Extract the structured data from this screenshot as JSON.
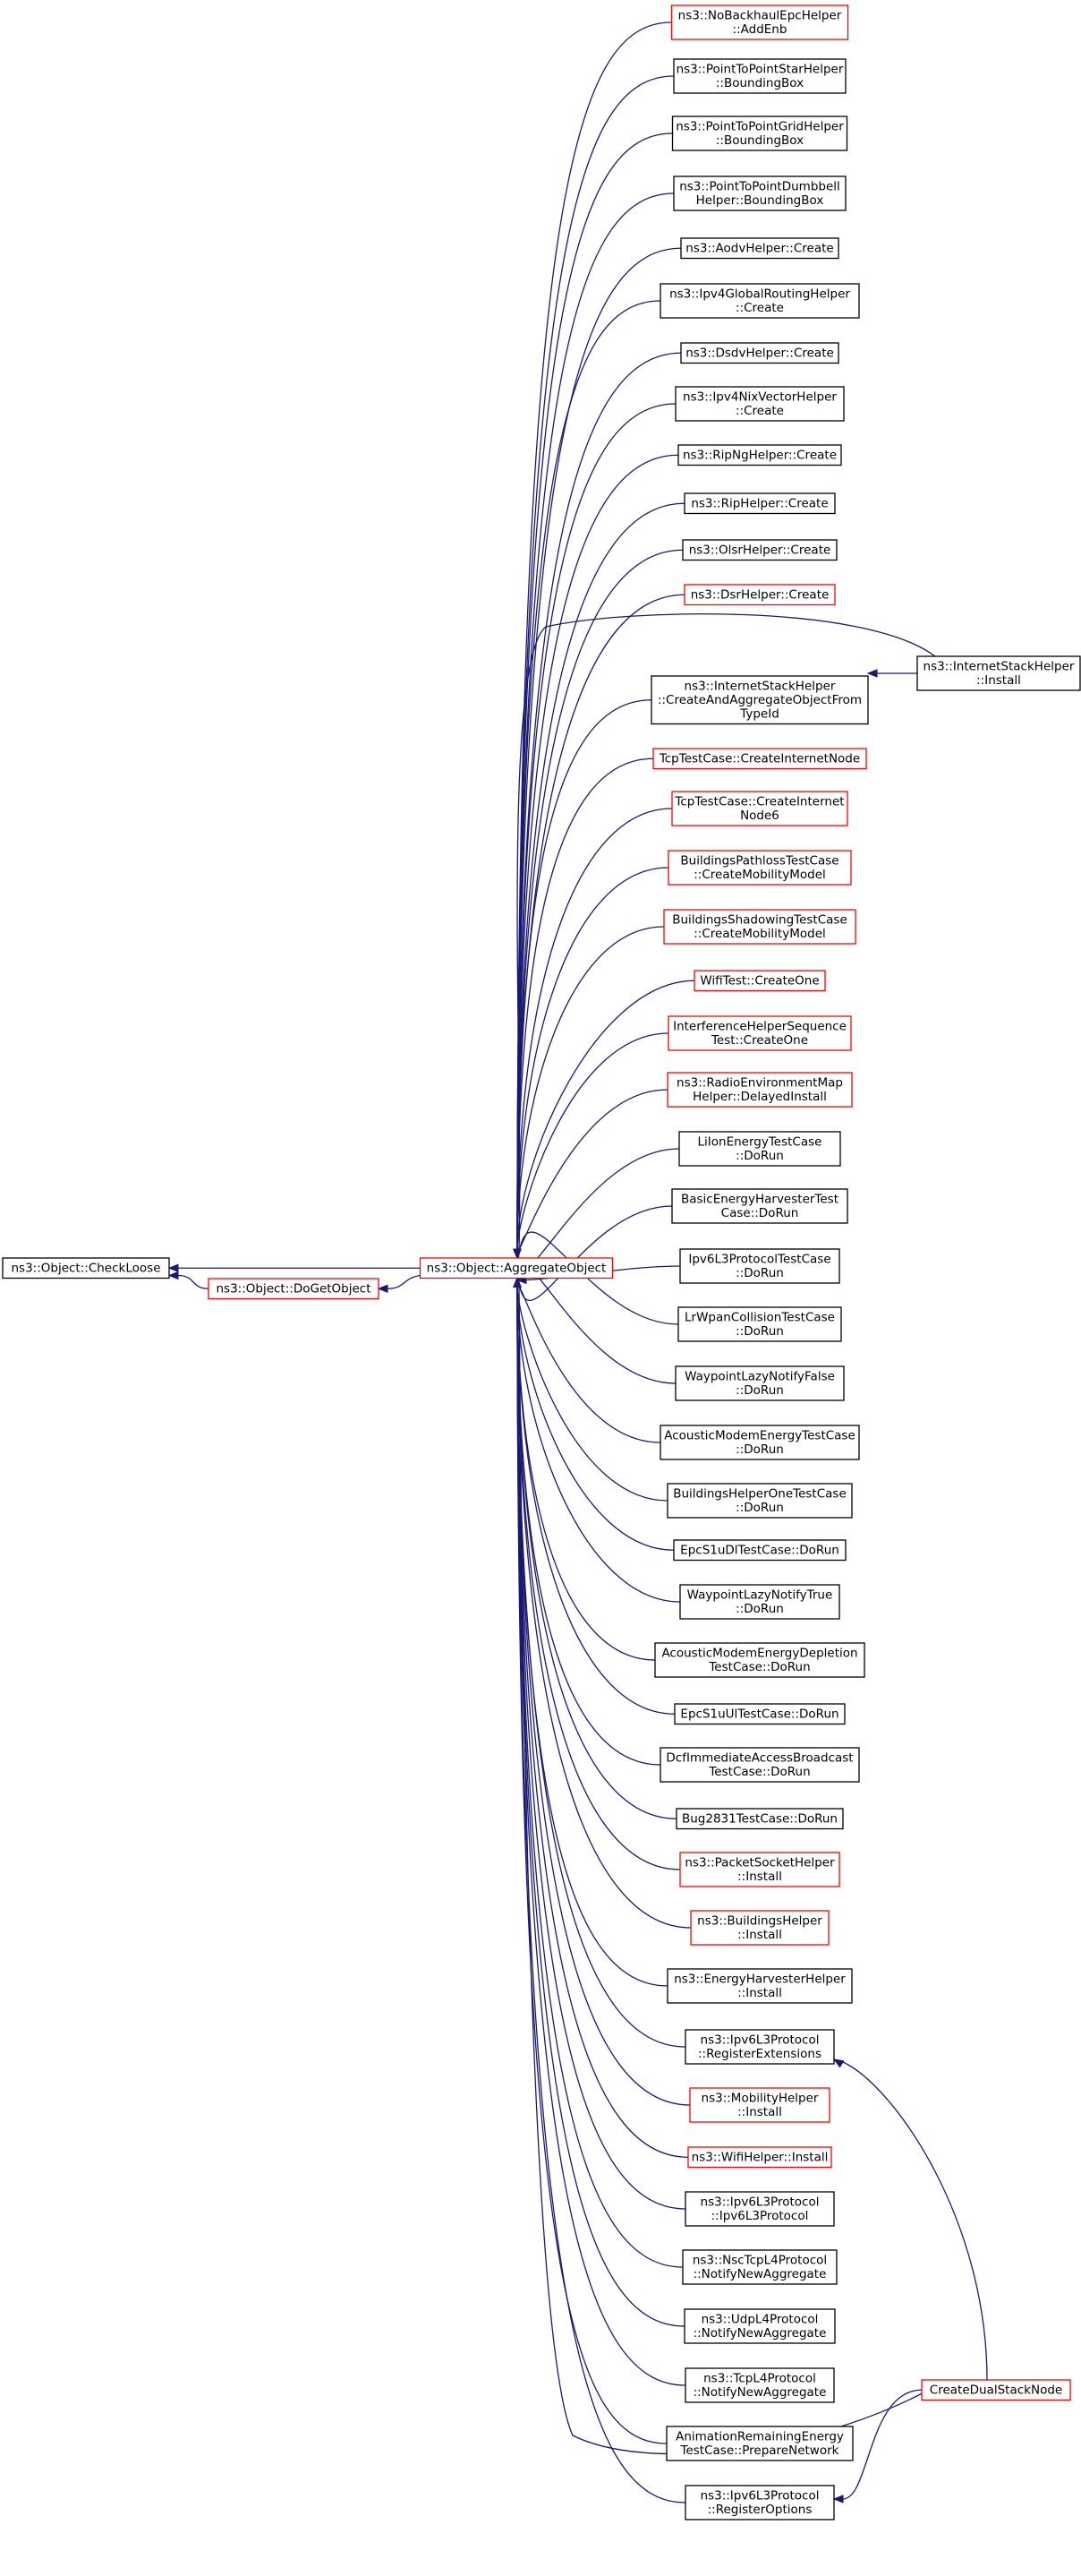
{
  "title": "Call graph of ns3::Object::CheckLoose",
  "colors": {
    "edge": "#191970",
    "border_normal": "#000000",
    "border_truncated": "#ff0000",
    "root_fill": "#bfbfbf",
    "node_fill": "#ffffff"
  },
  "nodes": {
    "checkloose": {
      "lines": [
        "ns3::Object::CheckLoose"
      ],
      "type": "root"
    },
    "dogetobject": {
      "lines": [
        "ns3::Object::DoGetObject"
      ],
      "type": "truncated"
    },
    "aggregate": {
      "lines": [
        "ns3::Object::AggregateObject"
      ],
      "type": "truncated"
    },
    "c01": {
      "lines": [
        "ns3::NoBackhaulEpcHelper",
        "::AddEnb"
      ],
      "type": "truncated"
    },
    "c02": {
      "lines": [
        "ns3::PointToPointStarHelper",
        "::BoundingBox"
      ],
      "type": "normal"
    },
    "c03": {
      "lines": [
        "ns3::PointToPointGridHelper",
        "::BoundingBox"
      ],
      "type": "normal"
    },
    "c04": {
      "lines": [
        "ns3::PointToPointDumbbell",
        "Helper::BoundingBox"
      ],
      "type": "normal"
    },
    "c05": {
      "lines": [
        "ns3::AodvHelper::Create"
      ],
      "type": "normal"
    },
    "c06": {
      "lines": [
        "ns3::Ipv4GlobalRoutingHelper",
        "::Create"
      ],
      "type": "normal"
    },
    "c07": {
      "lines": [
        "ns3::DsdvHelper::Create"
      ],
      "type": "normal"
    },
    "c08": {
      "lines": [
        "ns3::Ipv4NixVectorHelper",
        "::Create"
      ],
      "type": "normal"
    },
    "c09": {
      "lines": [
        "ns3::RipNgHelper::Create"
      ],
      "type": "normal"
    },
    "c10": {
      "lines": [
        "ns3::RipHelper::Create"
      ],
      "type": "normal"
    },
    "c11": {
      "lines": [
        "ns3::OlsrHelper::Create"
      ],
      "type": "normal"
    },
    "c12": {
      "lines": [
        "ns3::DsrHelper::Create"
      ],
      "type": "truncated"
    },
    "c13": {
      "lines": [
        "ns3::InternetStackHelper",
        "::CreateAndAggregateObjectFrom",
        "TypeId"
      ],
      "type": "normal"
    },
    "c14": {
      "lines": [
        "TcpTestCase::CreateInternetNode"
      ],
      "type": "truncated"
    },
    "c15": {
      "lines": [
        "TcpTestCase::CreateInternet",
        "Node6"
      ],
      "type": "truncated"
    },
    "c16": {
      "lines": [
        "BuildingsPathlossTestCase",
        "::CreateMobilityModel"
      ],
      "type": "truncated"
    },
    "c17": {
      "lines": [
        "BuildingsShadowingTestCase",
        "::CreateMobilityModel"
      ],
      "type": "truncated"
    },
    "c18": {
      "lines": [
        "WifiTest::CreateOne"
      ],
      "type": "truncated"
    },
    "c19": {
      "lines": [
        "InterferenceHelperSequence",
        "Test::CreateOne"
      ],
      "type": "truncated"
    },
    "c20": {
      "lines": [
        "ns3::RadioEnvironmentMap",
        "Helper::DelayedInstall"
      ],
      "type": "truncated"
    },
    "c21": {
      "lines": [
        "LiIonEnergyTestCase",
        "::DoRun"
      ],
      "type": "normal"
    },
    "c22": {
      "lines": [
        "BasicEnergyHarvesterTest",
        "Case::DoRun"
      ],
      "type": "normal"
    },
    "c23": {
      "lines": [
        "Ipv6L3ProtocolTestCase",
        "::DoRun"
      ],
      "type": "normal"
    },
    "c24": {
      "lines": [
        "LrWpanCollisionTestCase",
        "::DoRun"
      ],
      "type": "normal"
    },
    "c25": {
      "lines": [
        "WaypointLazyNotifyFalse",
        "::DoRun"
      ],
      "type": "normal"
    },
    "c26": {
      "lines": [
        "AcousticModemEnergyTestCase",
        "::DoRun"
      ],
      "type": "normal"
    },
    "c27": {
      "lines": [
        "BuildingsHelperOneTestCase",
        "::DoRun"
      ],
      "type": "normal"
    },
    "c28": {
      "lines": [
        "EpcS1uDlTestCase::DoRun"
      ],
      "type": "normal"
    },
    "c29": {
      "lines": [
        "WaypointLazyNotifyTrue",
        "::DoRun"
      ],
      "type": "normal"
    },
    "c30": {
      "lines": [
        "AcousticModemEnergyDepletion",
        "TestCase::DoRun"
      ],
      "type": "normal"
    },
    "c31": {
      "lines": [
        "EpcS1uUlTestCase::DoRun"
      ],
      "type": "normal"
    },
    "c32": {
      "lines": [
        "DcfImmediateAccessBroadcast",
        "TestCase::DoRun"
      ],
      "type": "normal"
    },
    "c33": {
      "lines": [
        "Bug2831TestCase::DoRun"
      ],
      "type": "normal"
    },
    "c34": {
      "lines": [
        "ns3::PacketSocketHelper",
        "::Install"
      ],
      "type": "truncated"
    },
    "c35": {
      "lines": [
        "ns3::BuildingsHelper",
        "::Install"
      ],
      "type": "truncated"
    },
    "c36": {
      "lines": [
        "ns3::EnergyHarvesterHelper",
        "::Install"
      ],
      "type": "normal"
    },
    "c37": {
      "lines": [
        "ns3::Ipv6L3Protocol",
        "::RegisterExtensions"
      ],
      "type": "normal"
    },
    "c38": {
      "lines": [
        "ns3::MobilityHelper",
        "::Install"
      ],
      "type": "truncated"
    },
    "c39": {
      "lines": [
        "ns3::WifiHelper::Install"
      ],
      "type": "truncated"
    },
    "c40": {
      "lines": [
        "ns3::Ipv6L3Protocol",
        "::Ipv6L3Protocol"
      ],
      "type": "normal"
    },
    "c41": {
      "lines": [
        "ns3::NscTcpL4Protocol",
        "::NotifyNewAggregate"
      ],
      "type": "normal"
    },
    "c42": {
      "lines": [
        "ns3::UdpL4Protocol",
        "::NotifyNewAggregate"
      ],
      "type": "normal"
    },
    "c43": {
      "lines": [
        "ns3::TcpL4Protocol",
        "::NotifyNewAggregate"
      ],
      "type": "normal"
    },
    "c44": {
      "lines": [
        "AnimationRemainingEnergy",
        "TestCase::PrepareNetwork"
      ],
      "type": "normal"
    },
    "c45": {
      "lines": [
        "ns3::Ipv6L3Protocol",
        "::RegisterOptions"
      ],
      "type": "normal"
    },
    "ish_install": {
      "lines": [
        "ns3::InternetStackHelper",
        "::Install"
      ],
      "type": "normal"
    },
    "dualstack": {
      "lines": [
        "CreateDualStackNode"
      ],
      "type": "truncated"
    }
  }
}
